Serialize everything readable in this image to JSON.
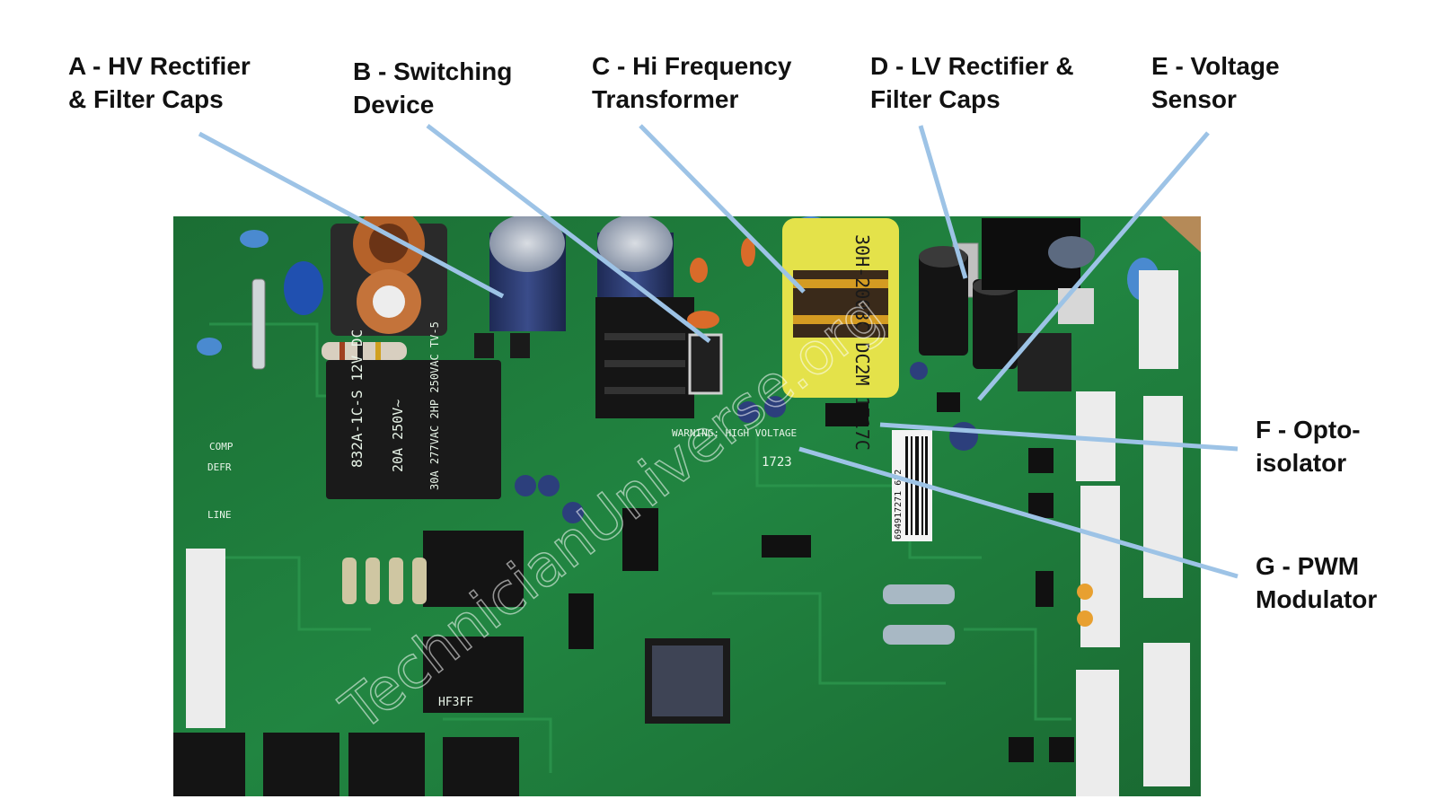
{
  "labels": {
    "a": "A - HV Rectifier\n& Filter Caps",
    "b": "B - Switching\nDevice",
    "c": "C - Hi Frequency\nTransformer",
    "d": "D - LV Rectifier &\nFilter Caps",
    "e": "E - Voltage\nSensor",
    "f": "F - Opto-\nisolator",
    "g": "G - PWM\nModulator"
  },
  "board_text": {
    "relay": "832A-1C-S 12V DC",
    "relay_rating": "20A 250V~",
    "relay_rating2": "30A 277VAC 2HP 250VAC TV-5",
    "warning": "WARNING:\nHIGH VOLTAGE",
    "transformer": "30H-2003C DC2M 1717C",
    "barcode_num": "694917271 672",
    "date_code": "1723",
    "small_relay": "HF3FF",
    "comp": "COMP",
    "defr": "DEFR",
    "line": "LINE",
    "watermark": "TechnicianUniverse.org"
  },
  "colors": {
    "pcb": "#1f7a3a",
    "arrow": "#9dc3e6"
  }
}
